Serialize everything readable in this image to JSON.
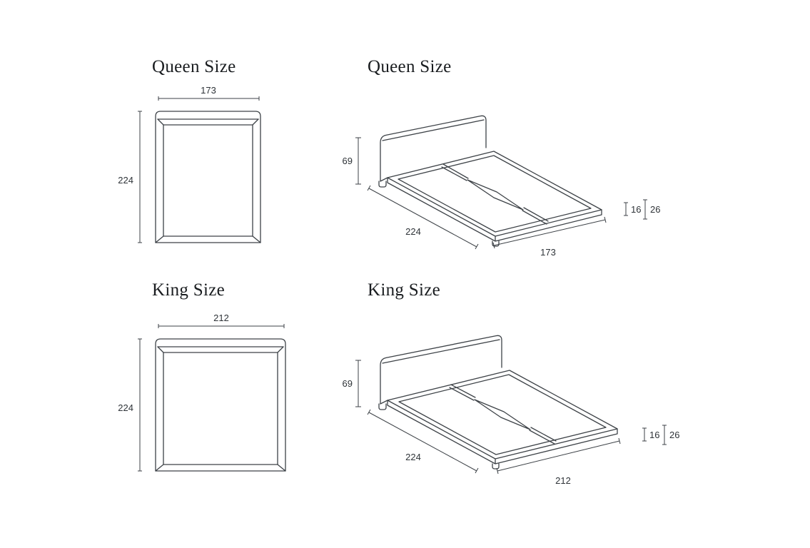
{
  "diagram": {
    "panels": [
      {
        "id": "queen-top-view",
        "title": "Queen Size",
        "width": "173",
        "depth": "224"
      },
      {
        "id": "queen-perspective-view",
        "title": "Queen Size",
        "headboard_height": "69",
        "depth": "224",
        "width": "173",
        "frame_height": "16",
        "total_height": "26"
      },
      {
        "id": "king-top-view",
        "title": "King Size",
        "width": "212",
        "depth": "224"
      },
      {
        "id": "king-perspective-view",
        "title": "King Size",
        "headboard_height": "69",
        "depth": "224",
        "width": "212",
        "frame_height": "16",
        "total_height": "26"
      }
    ]
  },
  "colors": {
    "background": "#ffffff",
    "line": "#3d4247",
    "dimension_text": "#2e3338",
    "title_text": "#1a1d20"
  }
}
